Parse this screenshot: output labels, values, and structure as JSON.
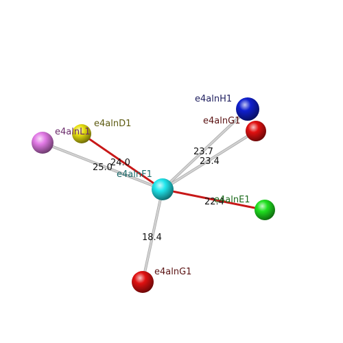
{
  "colors": {
    "background": "#ffffff",
    "edge_grey": "#d2d2d2",
    "edge_red": "#c81818"
  },
  "nodes": [
    {
      "id": "center",
      "label": "e4alnF1",
      "color": "#20e6ec",
      "label_color": "#1a6a6a"
    },
    {
      "id": "H1",
      "label": "e4alnH1",
      "color": "#1020cf",
      "label_color": "#202060"
    },
    {
      "id": "G1top",
      "label": "e4alnG1",
      "color": "#e01010",
      "label_color": "#5a1212"
    },
    {
      "id": "D1",
      "label": "e4alnD1",
      "color": "#e8e010",
      "label_color": "#5c5a10"
    },
    {
      "id": "L1",
      "label": "e4alnL1",
      "color": "#e27ae6",
      "label_color": "#6a2a6a"
    },
    {
      "id": "E1",
      "label": "e4alnE1",
      "color": "#20e020",
      "label_color": "#1a6a1a"
    },
    {
      "id": "G1bottom",
      "label": "e4alnG1",
      "color": "#e01010",
      "label_color": "#5a1212"
    }
  ],
  "edges": [
    {
      "from": "center",
      "to": "H1",
      "label": "23.7",
      "kind": "grey"
    },
    {
      "from": "center",
      "to": "G1top",
      "label": "23.4",
      "kind": "grey"
    },
    {
      "from": "center",
      "to": "D1",
      "label": "24.0",
      "kind": "red"
    },
    {
      "from": "center",
      "to": "L1",
      "label": "25.0",
      "kind": "grey"
    },
    {
      "from": "center",
      "to": "E1",
      "label": "22.4",
      "kind": "red"
    },
    {
      "from": "center",
      "to": "G1bottom",
      "label": "18.4",
      "kind": "grey"
    }
  ]
}
